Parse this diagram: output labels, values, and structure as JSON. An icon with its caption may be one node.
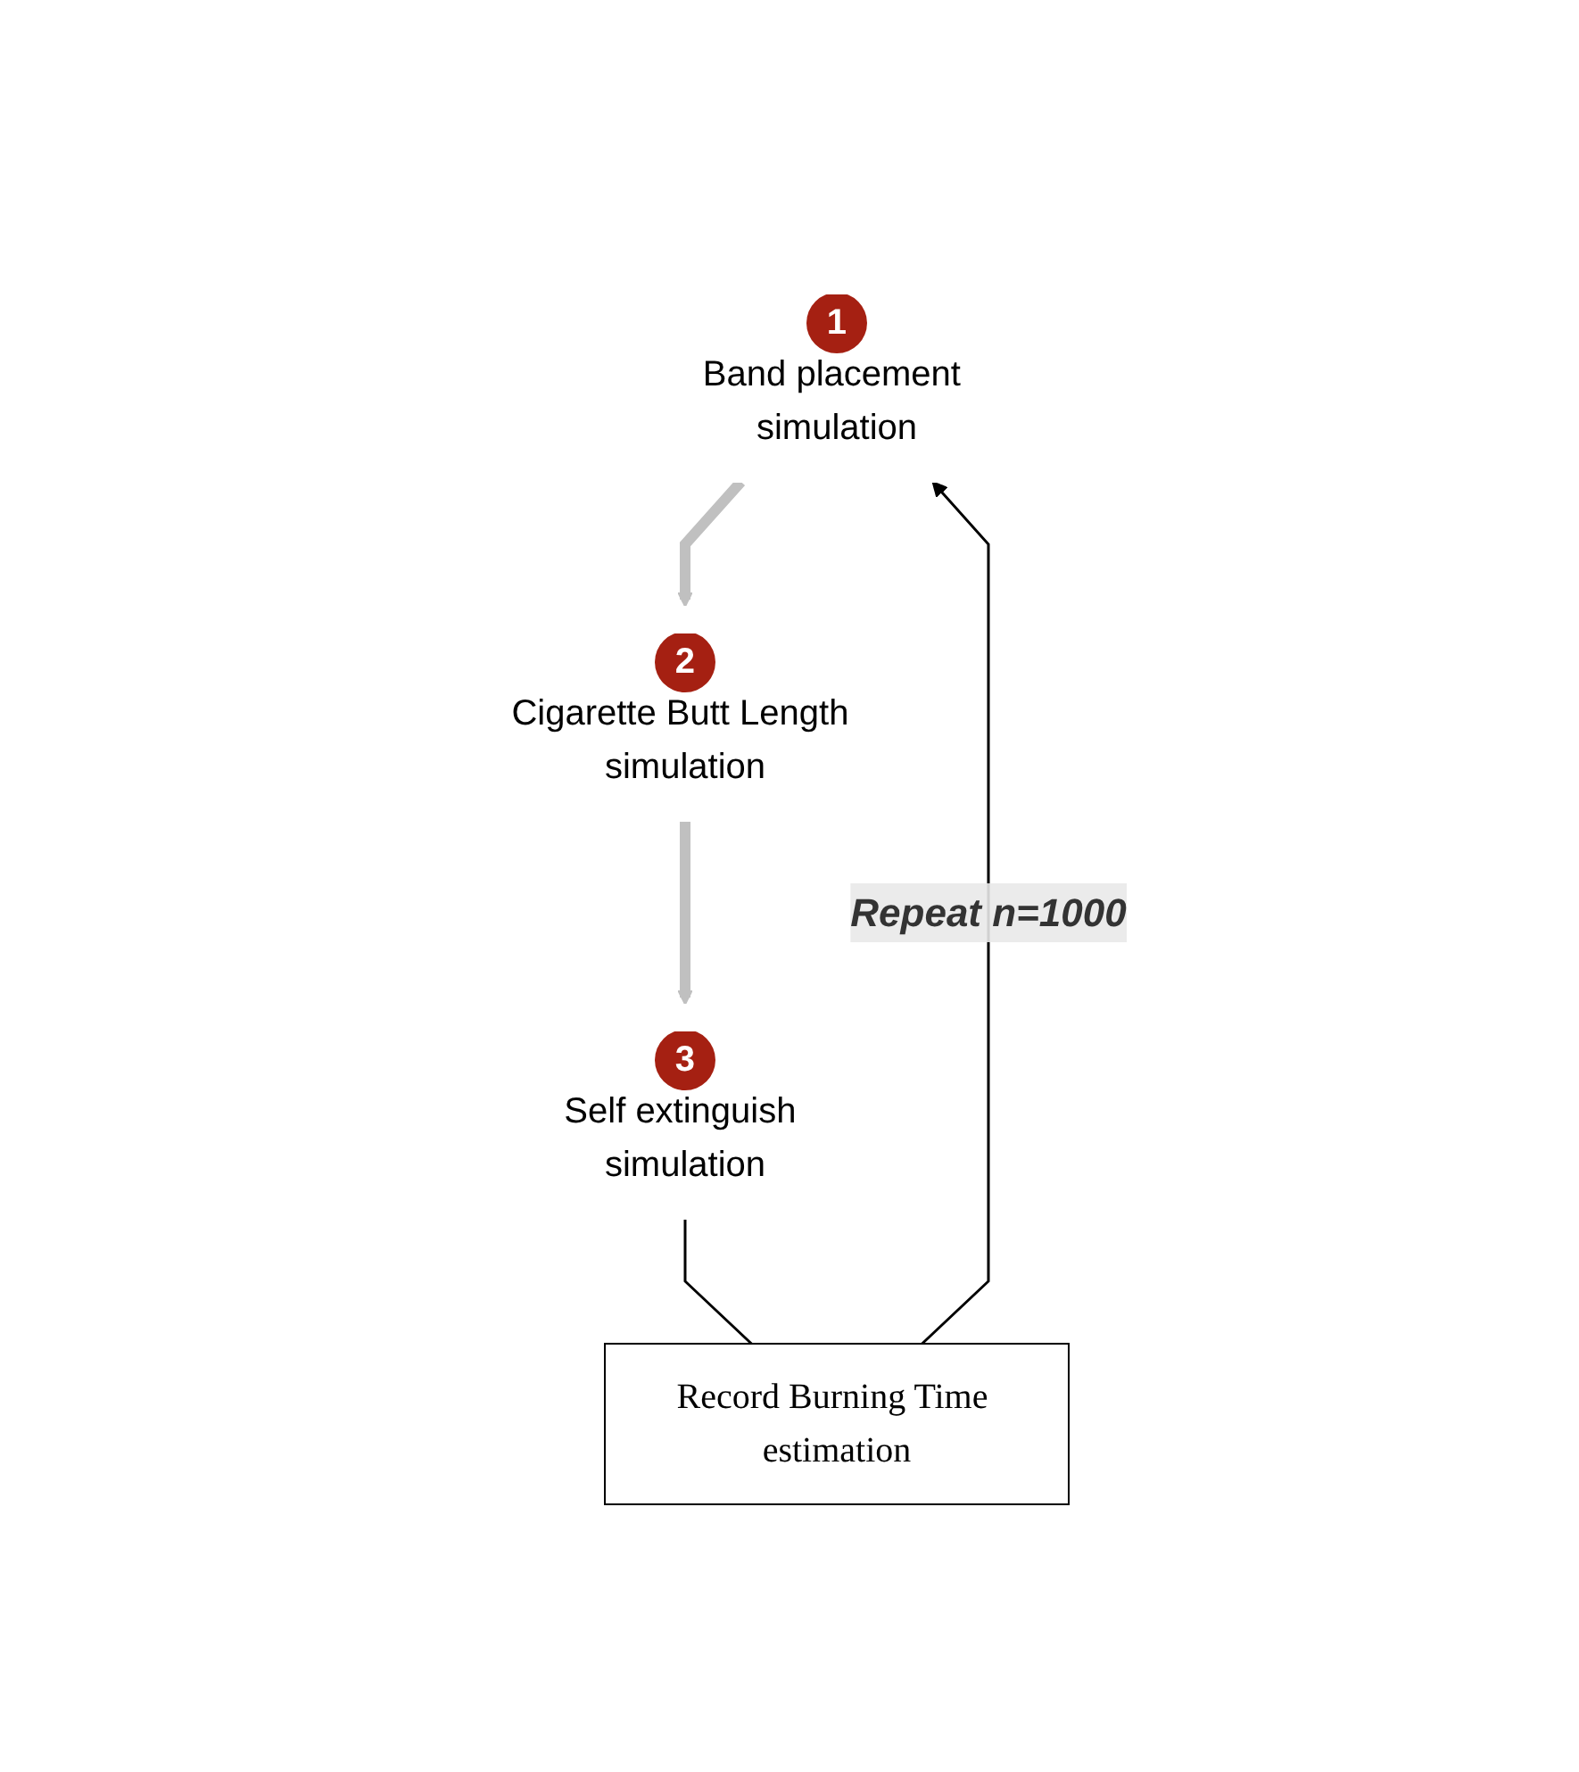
{
  "diagram": {
    "nodes": [
      {
        "text": [
          "1",
          "Band placement simulation"
        ]
      },
      {
        "text": [
          "2",
          "Cigarette Butt Length simulation"
        ]
      },
      {
        "text": [
          "3",
          "Self extinguish simulation"
        ]
      },
      {
        "text": [
          "Record Burning Time estimation"
        ]
      }
    ],
    "edges": [
      {
        "from": 0,
        "to": 1,
        "arrow": "to",
        "style": "thick",
        "color": "#c0c0c0"
      },
      {
        "from": 1,
        "to": 2,
        "arrow": "to",
        "style": "thick",
        "color": "#c0c0c0"
      },
      {
        "from": 2,
        "to": 3,
        "arrow": "none",
        "color": "#000000"
      },
      {
        "from": 3,
        "to": 0,
        "arrow": "to",
        "label": "Repeat n=1000",
        "color": "#000000"
      }
    ]
  }
}
